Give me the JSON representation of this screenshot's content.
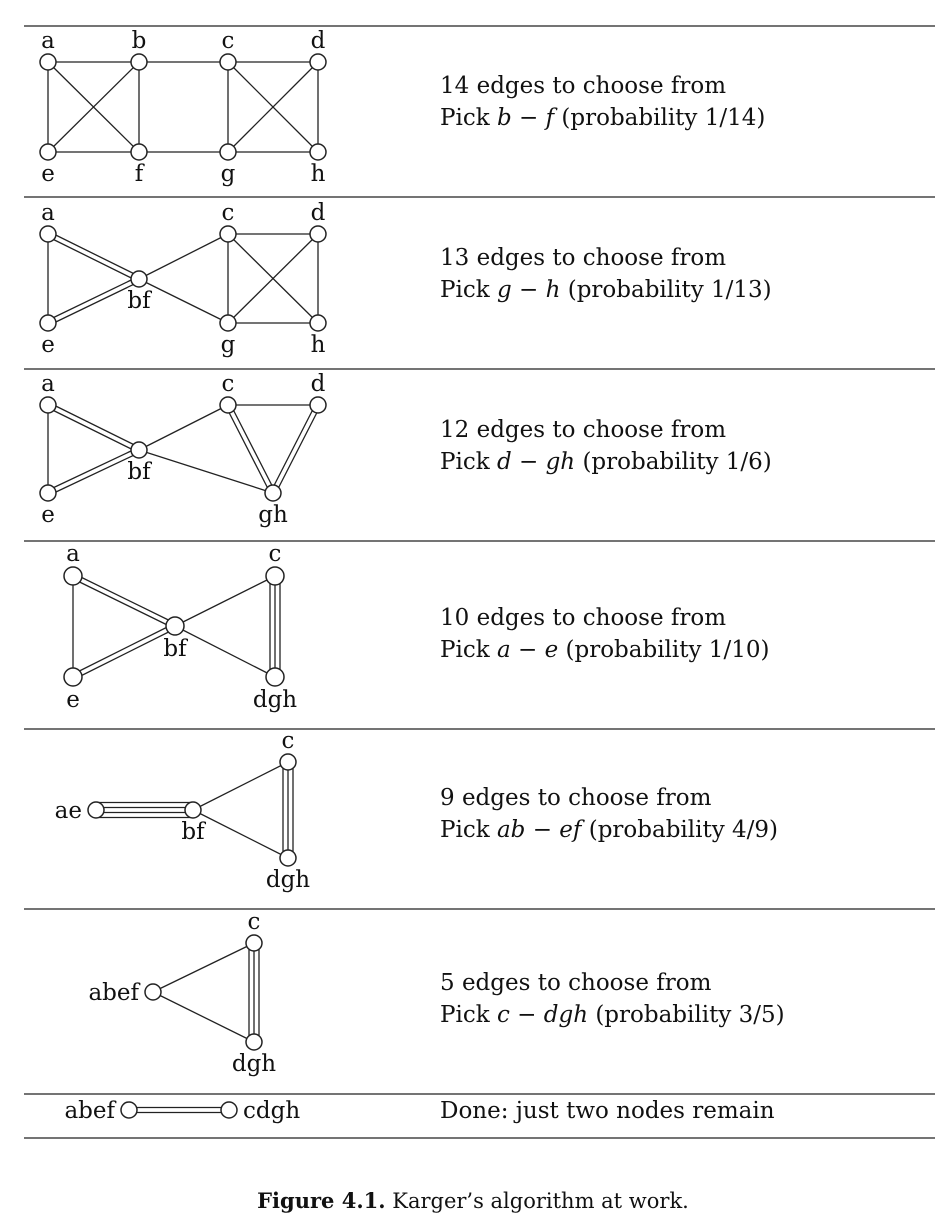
{
  "steps": [
    {
      "edges_text": "14 edges to choose from",
      "pick_prefix": "Pick",
      "pick_edge": "b − f",
      "pick_prob": "(probability 1/14)",
      "nodes": [
        {
          "id": "a",
          "label": "a"
        },
        {
          "id": "b",
          "label": "b"
        },
        {
          "id": "c",
          "label": "c"
        },
        {
          "id": "d",
          "label": "d"
        },
        {
          "id": "e",
          "label": "e"
        },
        {
          "id": "f",
          "label": "f"
        },
        {
          "id": "g",
          "label": "g"
        },
        {
          "id": "h",
          "label": "h"
        }
      ],
      "edges": [
        {
          "from": "a",
          "to": "b",
          "count": 1
        },
        {
          "from": "a",
          "to": "e",
          "count": 1
        },
        {
          "from": "a",
          "to": "f",
          "count": 1
        },
        {
          "from": "b",
          "to": "e",
          "count": 1
        },
        {
          "from": "b",
          "to": "f",
          "count": 1
        },
        {
          "from": "e",
          "to": "f",
          "count": 1
        },
        {
          "from": "b",
          "to": "c",
          "count": 1
        },
        {
          "from": "f",
          "to": "g",
          "count": 1
        },
        {
          "from": "c",
          "to": "d",
          "count": 1
        },
        {
          "from": "c",
          "to": "g",
          "count": 1
        },
        {
          "from": "c",
          "to": "h",
          "count": 1
        },
        {
          "from": "d",
          "to": "g",
          "count": 1
        },
        {
          "from": "d",
          "to": "h",
          "count": 1
        },
        {
          "from": "g",
          "to": "h",
          "count": 1
        }
      ]
    },
    {
      "edges_text": "13 edges to choose from",
      "pick_prefix": "Pick",
      "pick_edge": "g − h",
      "pick_prob": "(probability 1/13)",
      "nodes": [
        {
          "id": "a",
          "label": "a"
        },
        {
          "id": "bf",
          "label": "bf"
        },
        {
          "id": "c",
          "label": "c"
        },
        {
          "id": "d",
          "label": "d"
        },
        {
          "id": "e",
          "label": "e"
        },
        {
          "id": "g",
          "label": "g"
        },
        {
          "id": "h",
          "label": "h"
        }
      ],
      "edges": [
        {
          "from": "a",
          "to": "bf",
          "count": 2
        },
        {
          "from": "e",
          "to": "bf",
          "count": 2
        },
        {
          "from": "a",
          "to": "e",
          "count": 1
        },
        {
          "from": "bf",
          "to": "c",
          "count": 1
        },
        {
          "from": "bf",
          "to": "g",
          "count": 1
        },
        {
          "from": "c",
          "to": "d",
          "count": 1
        },
        {
          "from": "c",
          "to": "g",
          "count": 1
        },
        {
          "from": "c",
          "to": "h",
          "count": 1
        },
        {
          "from": "d",
          "to": "g",
          "count": 1
        },
        {
          "from": "d",
          "to": "h",
          "count": 1
        },
        {
          "from": "g",
          "to": "h",
          "count": 1
        }
      ]
    },
    {
      "edges_text": "12 edges to choose from",
      "pick_prefix": "Pick",
      "pick_edge": "d − gh",
      "pick_prob": "(probability 1/6)",
      "nodes": [
        {
          "id": "a",
          "label": "a"
        },
        {
          "id": "bf",
          "label": "bf"
        },
        {
          "id": "c",
          "label": "c"
        },
        {
          "id": "d",
          "label": "d"
        },
        {
          "id": "e",
          "label": "e"
        },
        {
          "id": "gh",
          "label": "gh"
        }
      ],
      "edges": [
        {
          "from": "a",
          "to": "bf",
          "count": 2
        },
        {
          "from": "e",
          "to": "bf",
          "count": 2
        },
        {
          "from": "a",
          "to": "e",
          "count": 1
        },
        {
          "from": "bf",
          "to": "c",
          "count": 1
        },
        {
          "from": "bf",
          "to": "gh",
          "count": 1
        },
        {
          "from": "c",
          "to": "d",
          "count": 1
        },
        {
          "from": "c",
          "to": "gh",
          "count": 2
        },
        {
          "from": "d",
          "to": "gh",
          "count": 2
        }
      ]
    },
    {
      "edges_text": "10 edges to choose from",
      "pick_prefix": "Pick",
      "pick_edge": "a − e",
      "pick_prob": "(probability 1/10)",
      "nodes": [
        {
          "id": "a",
          "label": "a"
        },
        {
          "id": "bf",
          "label": "bf"
        },
        {
          "id": "c",
          "label": "c"
        },
        {
          "id": "e",
          "label": "e"
        },
        {
          "id": "dgh",
          "label": "dgh"
        }
      ],
      "edges": [
        {
          "from": "a",
          "to": "bf",
          "count": 2
        },
        {
          "from": "e",
          "to": "bf",
          "count": 2
        },
        {
          "from": "a",
          "to": "e",
          "count": 1
        },
        {
          "from": "bf",
          "to": "c",
          "count": 1
        },
        {
          "from": "bf",
          "to": "dgh",
          "count": 1
        },
        {
          "from": "c",
          "to": "dgh",
          "count": 3
        }
      ]
    },
    {
      "edges_text": "9 edges to choose from",
      "pick_prefix": "Pick",
      "pick_edge": "ab − ef",
      "pick_prob": "(probability 4/9)",
      "nodes": [
        {
          "id": "ae",
          "label": "ae"
        },
        {
          "id": "bf",
          "label": "bf"
        },
        {
          "id": "c",
          "label": "c"
        },
        {
          "id": "dgh",
          "label": "dgh"
        }
      ],
      "edges": [
        {
          "from": "ae",
          "to": "bf",
          "count": 4
        },
        {
          "from": "bf",
          "to": "c",
          "count": 1
        },
        {
          "from": "bf",
          "to": "dgh",
          "count": 1
        },
        {
          "from": "c",
          "to": "dgh",
          "count": 3
        }
      ]
    },
    {
      "edges_text": "5 edges to choose from",
      "pick_prefix": "Pick",
      "pick_edge": "c − dgh",
      "pick_prob": "(probability 3/5)",
      "nodes": [
        {
          "id": "abef",
          "label": "abef"
        },
        {
          "id": "c",
          "label": "c"
        },
        {
          "id": "dgh",
          "label": "dgh"
        }
      ],
      "edges": [
        {
          "from": "abef",
          "to": "c",
          "count": 1
        },
        {
          "from": "abef",
          "to": "dgh",
          "count": 1
        },
        {
          "from": "c",
          "to": "dgh",
          "count": 3
        }
      ]
    },
    {
      "done_text": "Done: just two nodes remain",
      "nodes": [
        {
          "id": "abef",
          "label": "abef"
        },
        {
          "id": "cdgh",
          "label": "cdgh"
        }
      ],
      "edges": [
        {
          "from": "abef",
          "to": "cdgh",
          "count": 2
        }
      ]
    }
  ],
  "caption": {
    "number": "Figure 4.1.",
    "text": "Karger’s algorithm at work."
  }
}
